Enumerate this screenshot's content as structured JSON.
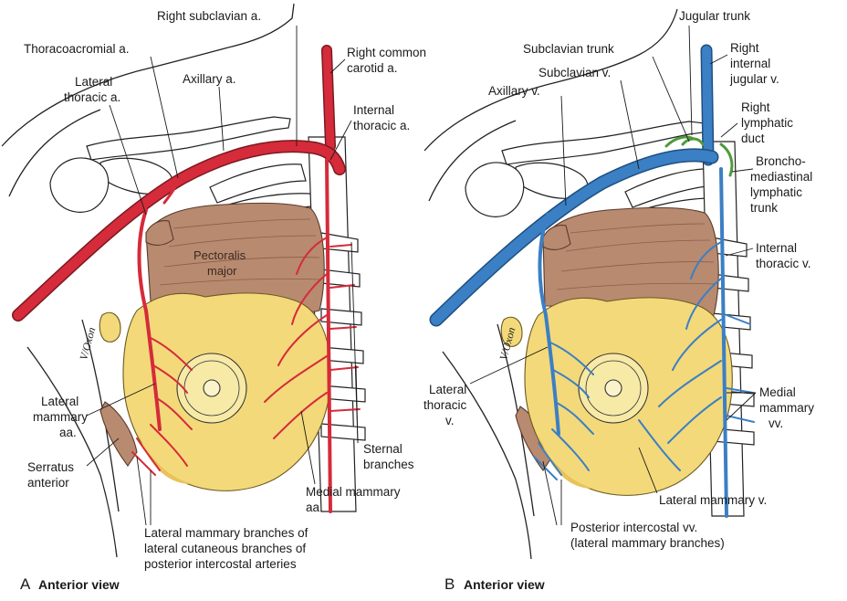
{
  "panel_a": {
    "letter": "A",
    "view_title": "Anterior view",
    "labels": {
      "right_subclavian": "Right subclavian a.",
      "thoracoacromial": "Thoracoacromial a.",
      "axillary": "Axillary a.",
      "lateral_thoracic_1": "Lateral",
      "lateral_thoracic_2": "thoracic a.",
      "right_common_carotid_1": "Right common",
      "right_common_carotid_2": "carotid a.",
      "internal_thoracic_1": "Internal",
      "internal_thoracic_2": "thoracic a.",
      "pectoralis_1": "Pectoralis",
      "pectoralis_2": "major",
      "lateral_mammary_1": "Lateral",
      "lateral_mammary_2": "mammary",
      "lateral_mammary_3": "aa.",
      "serratus_1": "Serratus",
      "serratus_2": "anterior",
      "sternal_1": "Sternal",
      "sternal_2": "branches",
      "medial_mammary_1": "Medial mammary",
      "medial_mammary_2": "aa.",
      "lateral_branches_1": "Lateral mammary branches of",
      "lateral_branches_2": "lateral cutaneous branches of",
      "lateral_branches_3": "posterior intercostal arteries"
    }
  },
  "panel_b": {
    "letter": "B",
    "view_title": "Anterior view",
    "labels": {
      "jugular_trunk": "Jugular trunk",
      "subclavian_trunk": "Subclavian trunk",
      "right_internal_jugular_1": "Right",
      "right_internal_jugular_2": "internal",
      "right_internal_jugular_3": "jugular v.",
      "subclavian_v": "Subclavian v.",
      "axillary_v": "Axillary v.",
      "right_lymphatic_1": "Right",
      "right_lymphatic_2": "lymphatic",
      "right_lymphatic_3": "duct",
      "broncho_1": "Broncho-",
      "broncho_2": "mediastinal",
      "broncho_3": "lymphatic",
      "broncho_4": "trunk",
      "internal_thoracic_v_1": "Internal",
      "internal_thoracic_v_2": "thoracic v.",
      "lateral_thoracic_v_1": "Lateral",
      "lateral_thoracic_v_2": "thoracic",
      "lateral_thoracic_v_3": "v.",
      "medial_mammary_vv_1": "Medial",
      "medial_mammary_vv_2": "mammary",
      "medial_mammary_vv_3": "vv.",
      "lateral_mammary_v": "Lateral mammary v.",
      "posterior_intercostal_1": "Posterior intercostal vv.",
      "posterior_intercostal_2": "(lateral mammary branches)"
    }
  },
  "signature": "V/Oxon",
  "colors": {
    "artery": "#d52b3a",
    "vein": "#3b7fc4",
    "lymph": "#4f9a3c",
    "muscle": "#b88a70",
    "fat": "#f3d97a"
  }
}
